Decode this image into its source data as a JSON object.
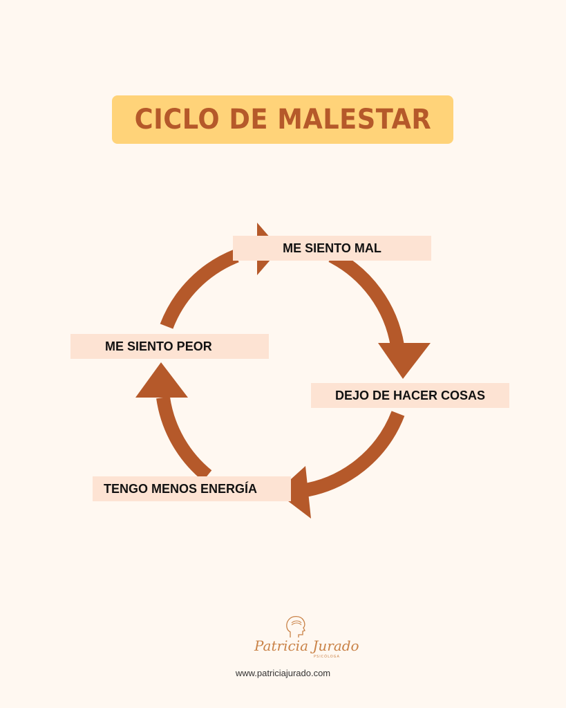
{
  "title": "CICLO DE MALESTAR",
  "cycle": {
    "steps": [
      {
        "label": "ME SIENTO MAL"
      },
      {
        "label": "DEJO DE HACER COSAS"
      },
      {
        "label": "TENGO MENOS ENERGÍA"
      },
      {
        "label": "ME SIENTO PEOR"
      }
    ],
    "arrow_color": "#b5592a",
    "label_bg": "#fde3d3"
  },
  "brand": {
    "name": "Patricia Jurado",
    "subtitle": "PSICÓLOGA",
    "website": "www.patriciajurado.com"
  },
  "colors": {
    "background": "#fff8f1",
    "title_bg": "#ffd379",
    "title_text": "#b5592a"
  }
}
